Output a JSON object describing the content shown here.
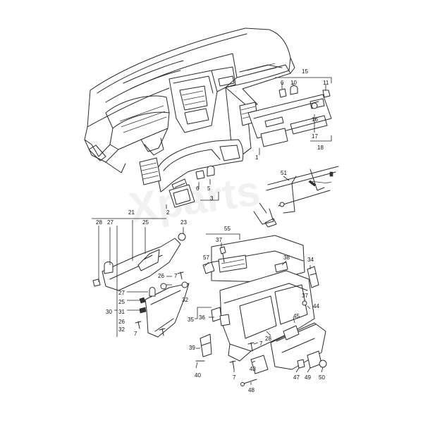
{
  "watermark": "Xparts",
  "callouts": [
    "15",
    "6",
    "10",
    "11",
    "16",
    "17",
    "18",
    "1",
    "51",
    "3",
    "5",
    "6",
    "2",
    "21",
    "28",
    "27",
    "25",
    "23",
    "55",
    "37",
    "57",
    "38",
    "34",
    "26",
    "7",
    "32",
    "27",
    "25",
    "31",
    "30",
    "26",
    "32",
    "7",
    "37",
    "44",
    "35",
    "36",
    "45",
    "28",
    "39",
    "7",
    "40",
    "7",
    "43",
    "48",
    "47",
    "49",
    "50"
  ]
}
